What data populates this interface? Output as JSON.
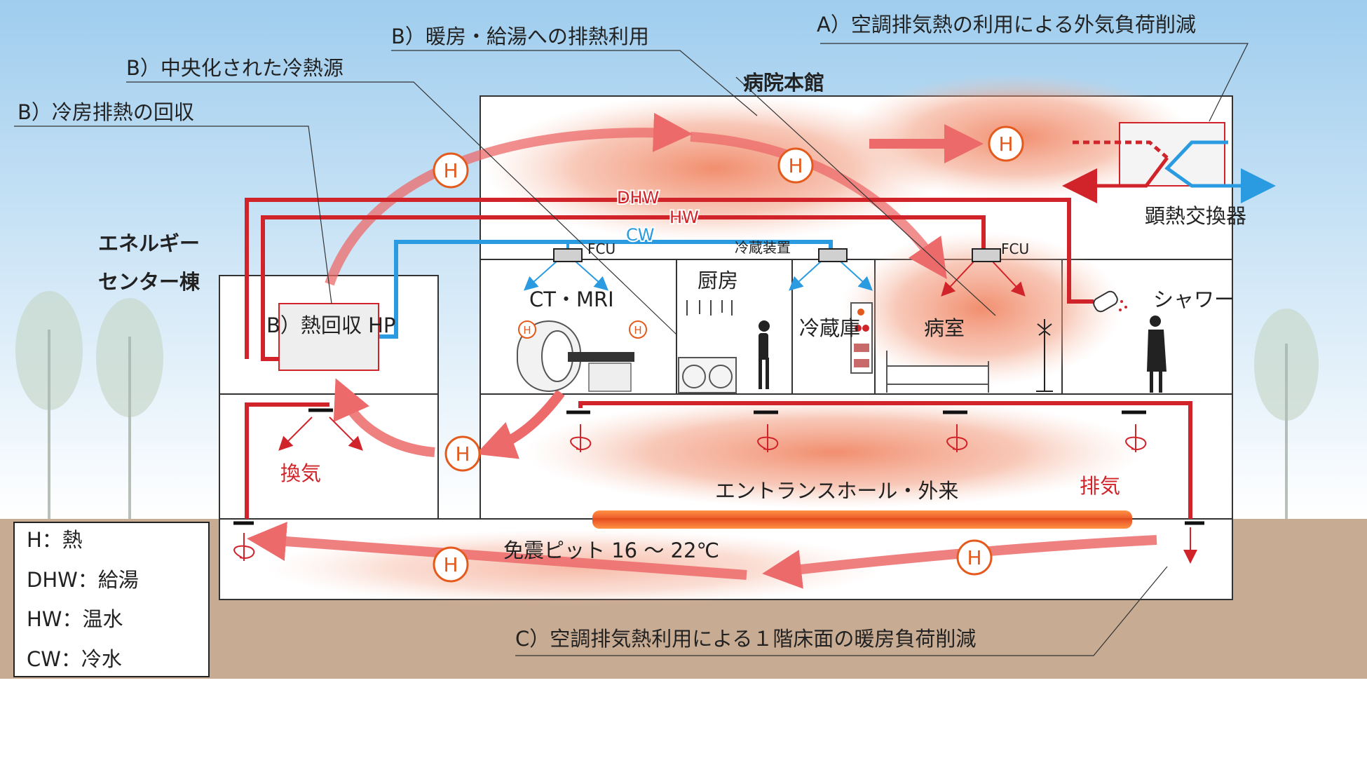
{
  "callouts": {
    "a_outdoor_air": "A）空調排気熱の利用による外気負荷削減",
    "b_heating_hot_water": "B）暖房・給湯への排熱利用",
    "b_central_source": "B）中央化された冷熱源",
    "b_cooling_recovery": "B）冷房排熱の回収",
    "c_floor_heating": "C）空調排気熱利用による１階床面の暖房負荷削減"
  },
  "buildings": {
    "main": "病院本館",
    "energy_center_line1": "エネルギー",
    "energy_center_line2": "センター棟"
  },
  "equipment": {
    "heat_recovery_hp": "B）熱回収 HP",
    "sensible_hx": "顕熱交換器",
    "fcu_left": "FCU",
    "fcu_right": "FCU",
    "refrigerator_unit": "冷蔵装置"
  },
  "pipes": {
    "dhw": "DHW",
    "hw": "HW",
    "cw": "CW"
  },
  "rooms": {
    "ct_mri": "CT・MRI",
    "kitchen": "厨房",
    "cold_storage": "冷蔵庫",
    "ward": "病室",
    "shower": "シャワー",
    "entrance": "エントランスホール・外来",
    "ventilation": "換気",
    "exhaust": "排気",
    "seismic_pit": "免震ピット 16 ～ 22℃"
  },
  "heat_marker": "H",
  "legend": {
    "items": [
      "H：熱",
      "DHW：給湯",
      "HW：温水",
      "CW：冷水"
    ]
  },
  "colors": {
    "hot": "#d1242a",
    "cold": "#2a9be0",
    "heat_glow": "#f08a6a",
    "sky": "#a9d3ef",
    "ground": "#c7ab92"
  }
}
